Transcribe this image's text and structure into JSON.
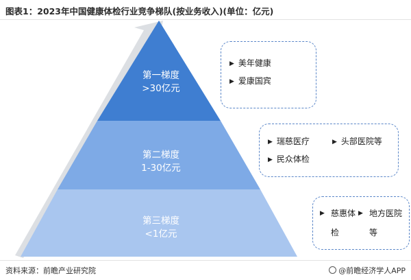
{
  "title": "图表1：2023年中国健康体检行业竞争梯队(按业务收入)(单位：亿元)",
  "colors": {
    "tier1": "#3f7ed1",
    "tier2": "#7eaae6",
    "tier3": "#a9c6ef",
    "box_border": "#5a86c8",
    "arrow": "#c8ccd2"
  },
  "tiers": [
    {
      "name": "第一梯度",
      "range": ">30亿元",
      "companies": [
        "美年健康",
        "爱康国宾"
      ]
    },
    {
      "name": "第二梯度",
      "range": "1-30亿元",
      "companies": [
        "瑞慈医疗",
        "头部医院等",
        "民众体检"
      ]
    },
    {
      "name": "第三梯度",
      "range": "<1亿元",
      "companies": [
        "慈惠体检",
        "地方医院等"
      ]
    }
  ],
  "arrow_icon": "triangle-right-icon",
  "source": "资料来源：前瞻产业研究院",
  "credit": "@前瞻经济学人APP",
  "credit_icon": "circle-logo-icon"
}
